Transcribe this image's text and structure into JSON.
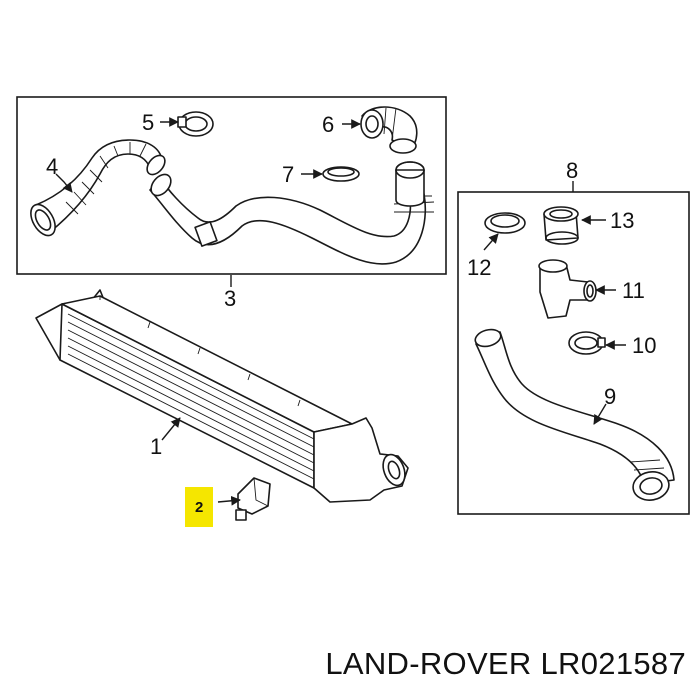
{
  "callouts": {
    "c1": "1",
    "c2": "2",
    "c3": "3",
    "c4": "4",
    "c5": "5",
    "c6": "6",
    "c7": "7",
    "c8": "8",
    "c9": "9",
    "c10": "10",
    "c11": "11",
    "c12": "12",
    "c13": "13"
  },
  "highlight_color": "#f5e600",
  "caption": "LAND-ROVER LR021587"
}
